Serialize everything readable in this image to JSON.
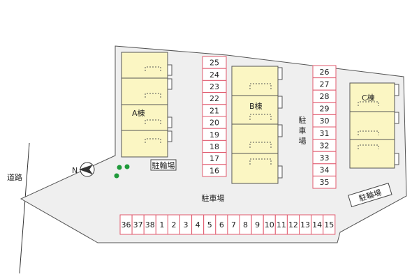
{
  "labels": {
    "road": "道路",
    "parking_center": "駐車場",
    "parking_right": "駐車場",
    "bicycle_a": "駐輪場",
    "bicycle_c": "駐輪場"
  },
  "buildings": [
    {
      "id": "a",
      "label": "A棟"
    },
    {
      "id": "b",
      "label": "B棟"
    },
    {
      "id": "c",
      "label": "C棟"
    }
  ],
  "compass": {
    "north_label": "N"
  },
  "parking": {
    "column_1": [
      "25",
      "24",
      "23",
      "22",
      "21",
      "20",
      "19",
      "18",
      "17",
      "16"
    ],
    "column_2": [
      "26",
      "27",
      "28",
      "29",
      "30",
      "31",
      "32",
      "33",
      "34",
      "35"
    ],
    "bottom_row": [
      "36",
      "37",
      "38",
      "1",
      "2",
      "3",
      "4",
      "5",
      "6",
      "7",
      "8",
      "9",
      "10",
      "11",
      "12",
      "13",
      "14",
      "15"
    ]
  },
  "colors": {
    "site": "#efefef",
    "site_border": "#555555",
    "building_fill": "#fbf6c3",
    "parking_border": "#e05a6e",
    "tree": "#1f9a3a"
  }
}
